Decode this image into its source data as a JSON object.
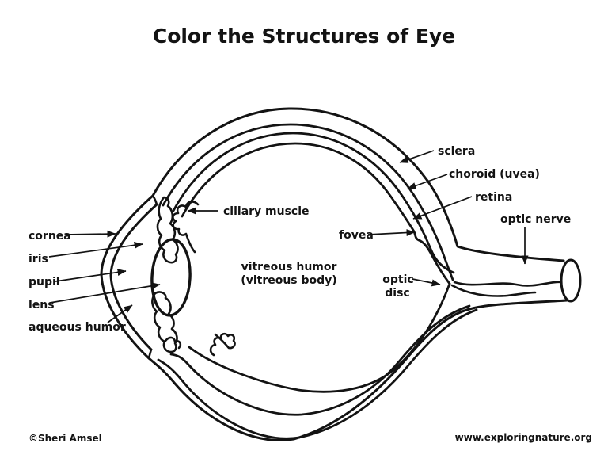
{
  "page": {
    "title": "Color the Structures of Eye",
    "credit": "©Sheri Amsel",
    "website": "www.exploringnature.org",
    "background": "#ffffff",
    "ink_color": "#131313"
  },
  "labels": {
    "cornea": "cornea",
    "iris": "iris",
    "pupil": "pupil",
    "lens": "lens",
    "aqueous_humor": "aqueous humor",
    "ciliary_muscle": "ciliary muscle",
    "sclera": "sclera",
    "choroid_uvea": "choroid (uvea)",
    "retina": "retina",
    "fovea": "fovea",
    "optic_nerve": "optic nerve",
    "optic_disc_line1": "optic",
    "optic_disc_line2": "disc",
    "vitreous_humor_line1": "vitreous humor",
    "vitreous_humor_line2": "(vitreous body)"
  }
}
